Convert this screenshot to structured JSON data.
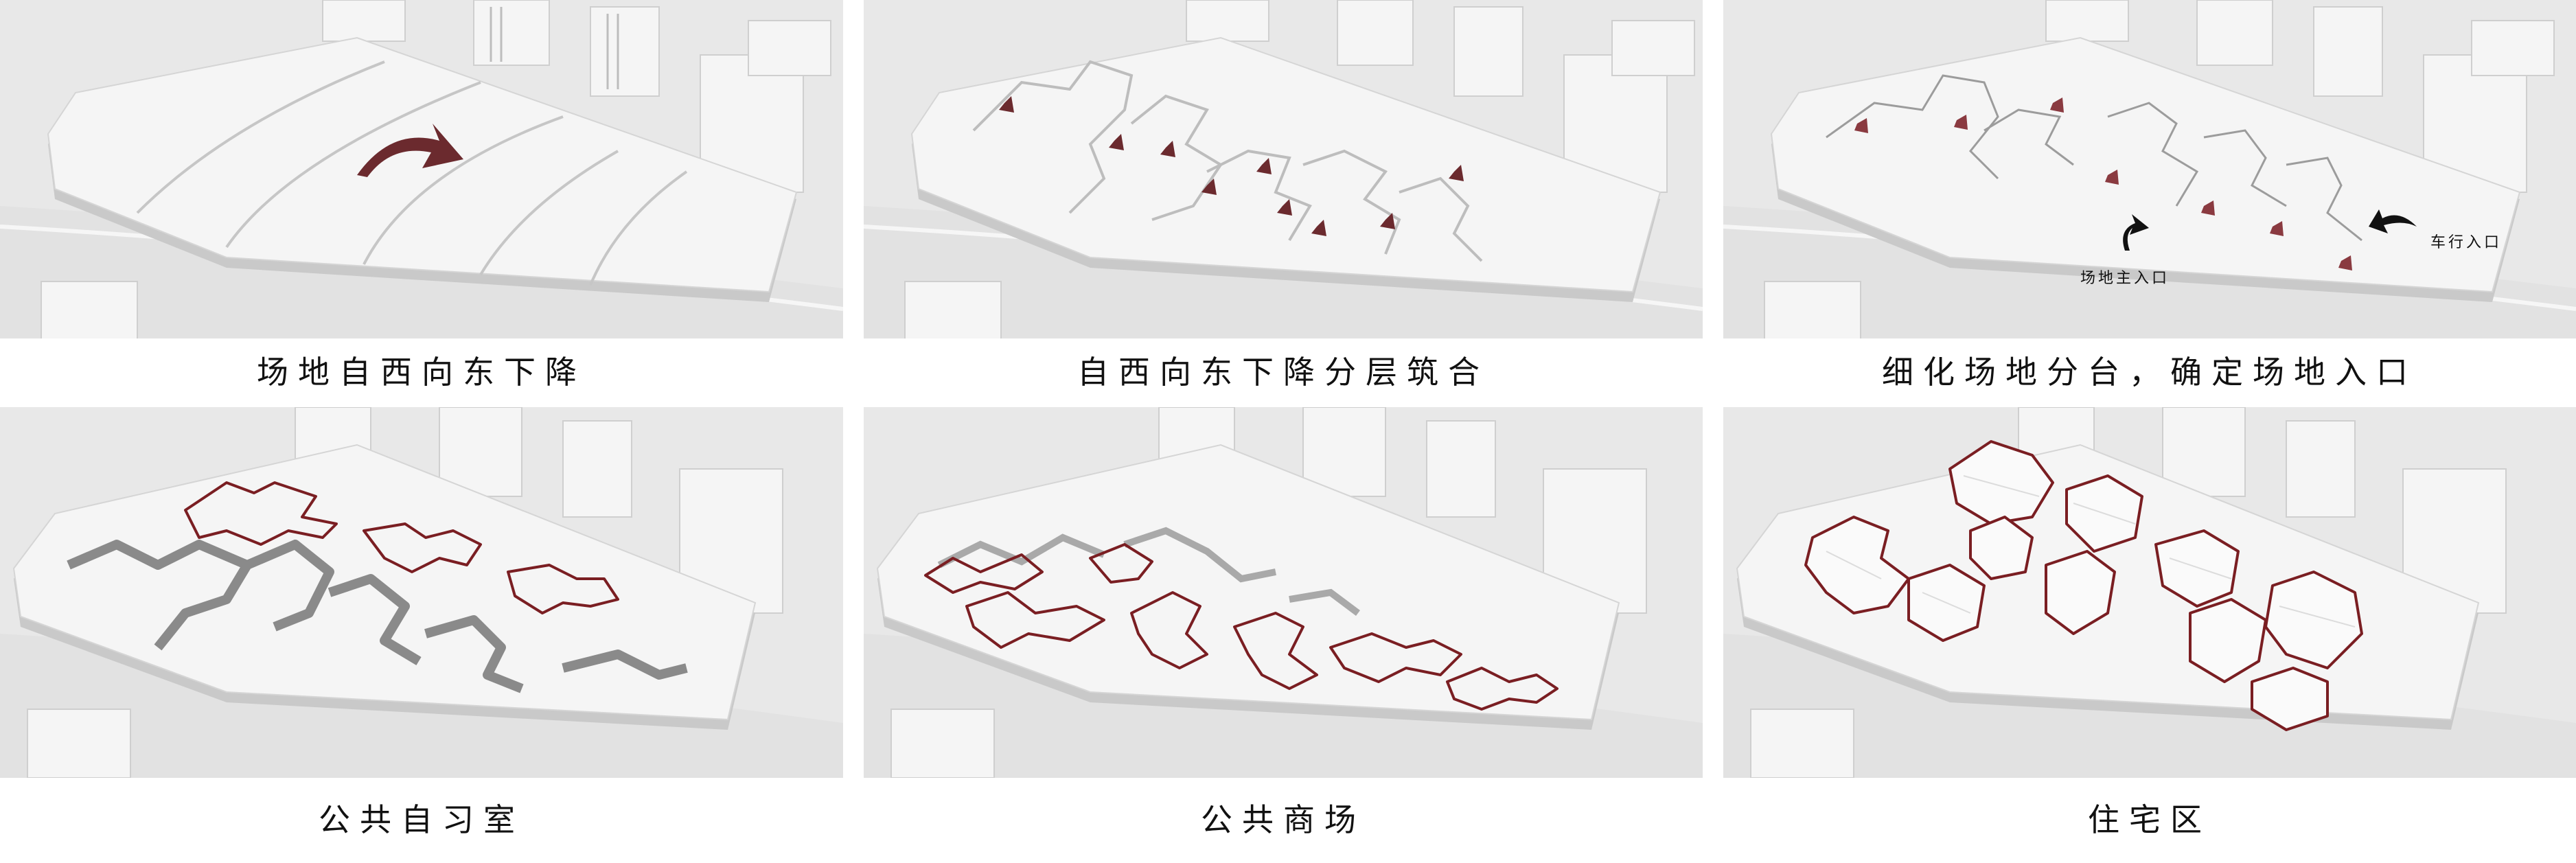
{
  "colors": {
    "background": "#ffffff",
    "model": "#f3f3f3",
    "model_shadow": "#d2d2d2",
    "ground": "#e6e6e6",
    "accent_red": "#7a1e22",
    "arrow": "#6b2a2e",
    "caption_text": "#111111"
  },
  "panels": [
    {
      "caption": "场地自西向东下降"
    },
    {
      "caption": "自西向东下降分层筑合"
    },
    {
      "caption": "细化场地分台，确定场地入口",
      "labels": {
        "main_entrance": "场地主入口",
        "vehicle_entrance": "车行入口"
      }
    },
    {
      "caption": "公共自习室"
    },
    {
      "caption": "公共商场"
    },
    {
      "caption": "住宅区"
    }
  ]
}
